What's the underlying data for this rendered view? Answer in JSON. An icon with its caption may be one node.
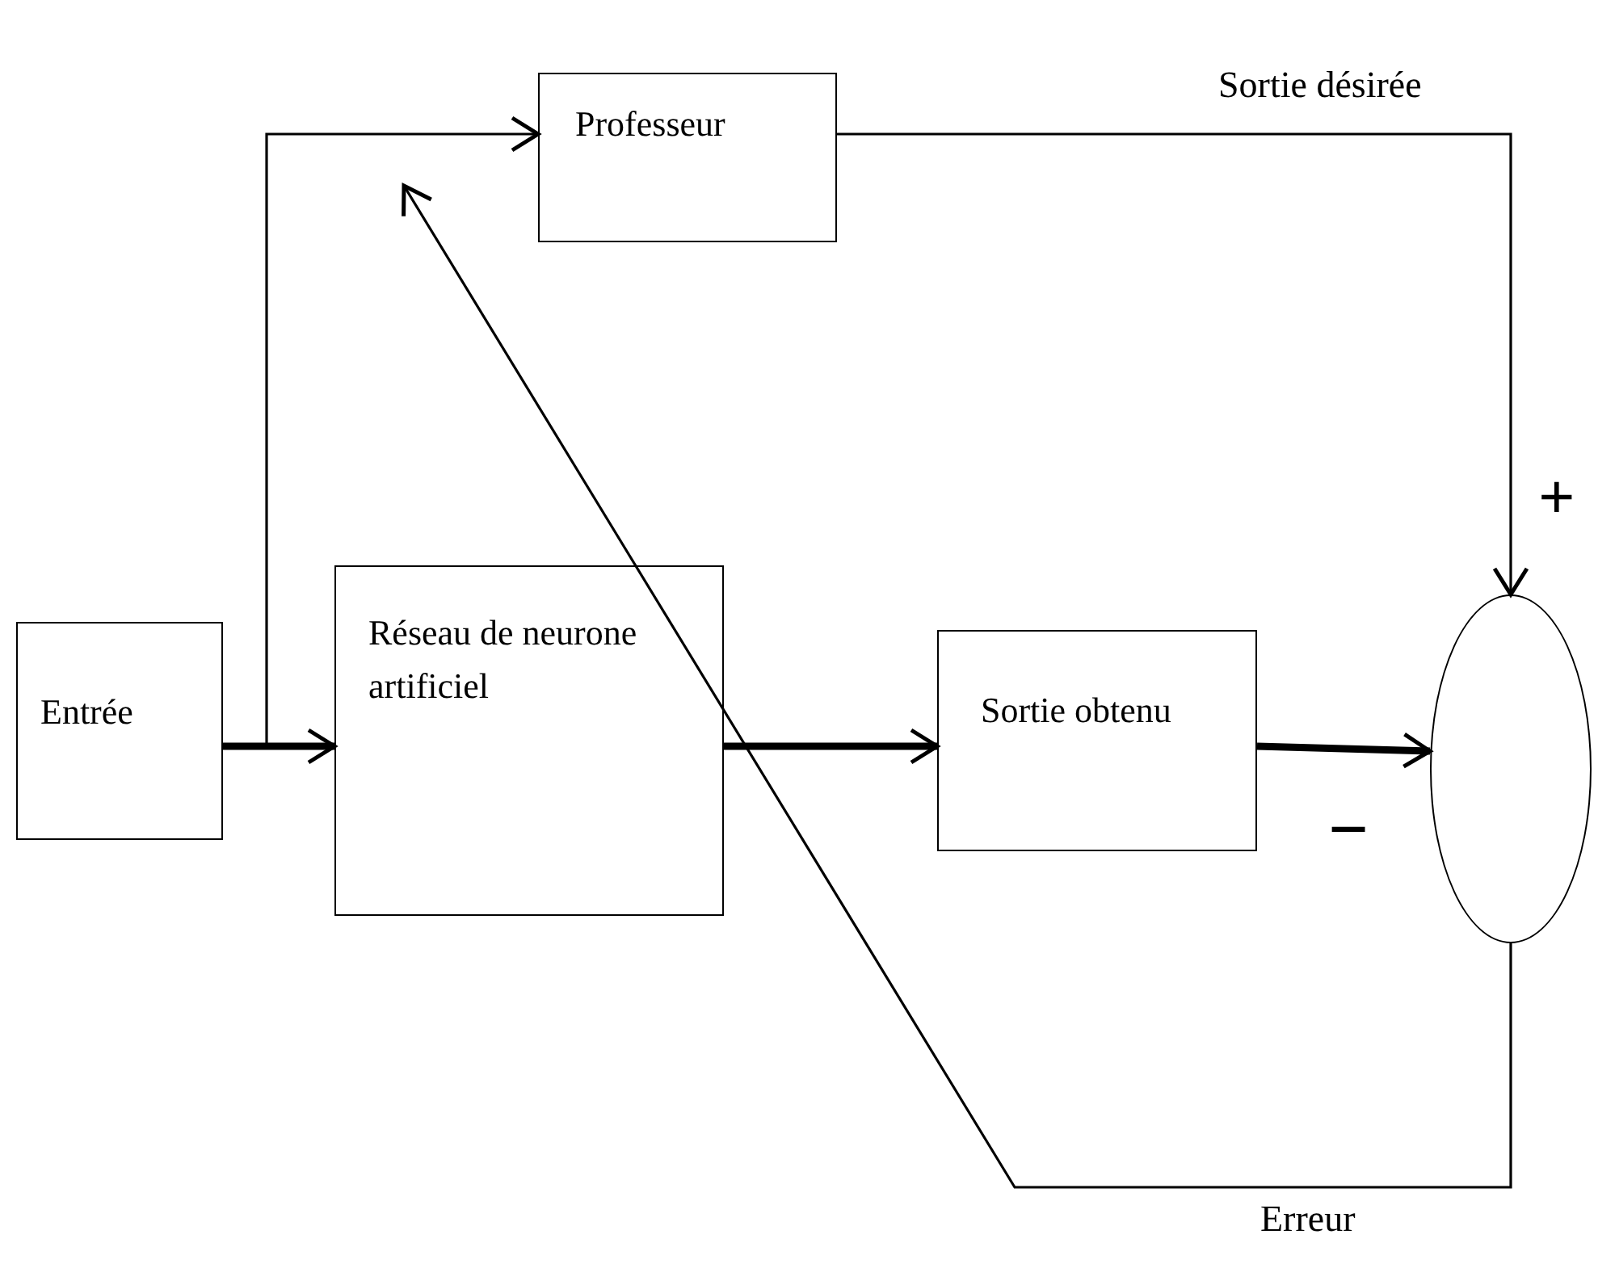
{
  "diagram": {
    "nodes": [
      {
        "text": [
          "Entrée"
        ]
      },
      {
        "text": [
          "Professeur"
        ]
      },
      {
        "text": [
          "Réseau de neurone artificiel"
        ]
      },
      {
        "text": [
          "Sortie obtenu"
        ]
      },
      {
        "text": [],
        "shape": "circle"
      }
    ],
    "edges": [
      {
        "from": 0,
        "to": 2,
        "arrow": "to",
        "style": "thick"
      },
      {
        "from": 0,
        "to": 1,
        "arrow": "to"
      },
      {
        "from": 1,
        "to": 4,
        "arrow": "to",
        "label": "Sortie désirée"
      },
      {
        "from": 2,
        "to": 3,
        "arrow": "to",
        "style": "thick"
      },
      {
        "from": 3,
        "to": 4,
        "arrow": "to",
        "style": "thick"
      },
      {
        "from": 4,
        "to": null,
        "arrow": "to",
        "label": "Erreur"
      }
    ],
    "labels": [
      "+",
      "−"
    ]
  }
}
